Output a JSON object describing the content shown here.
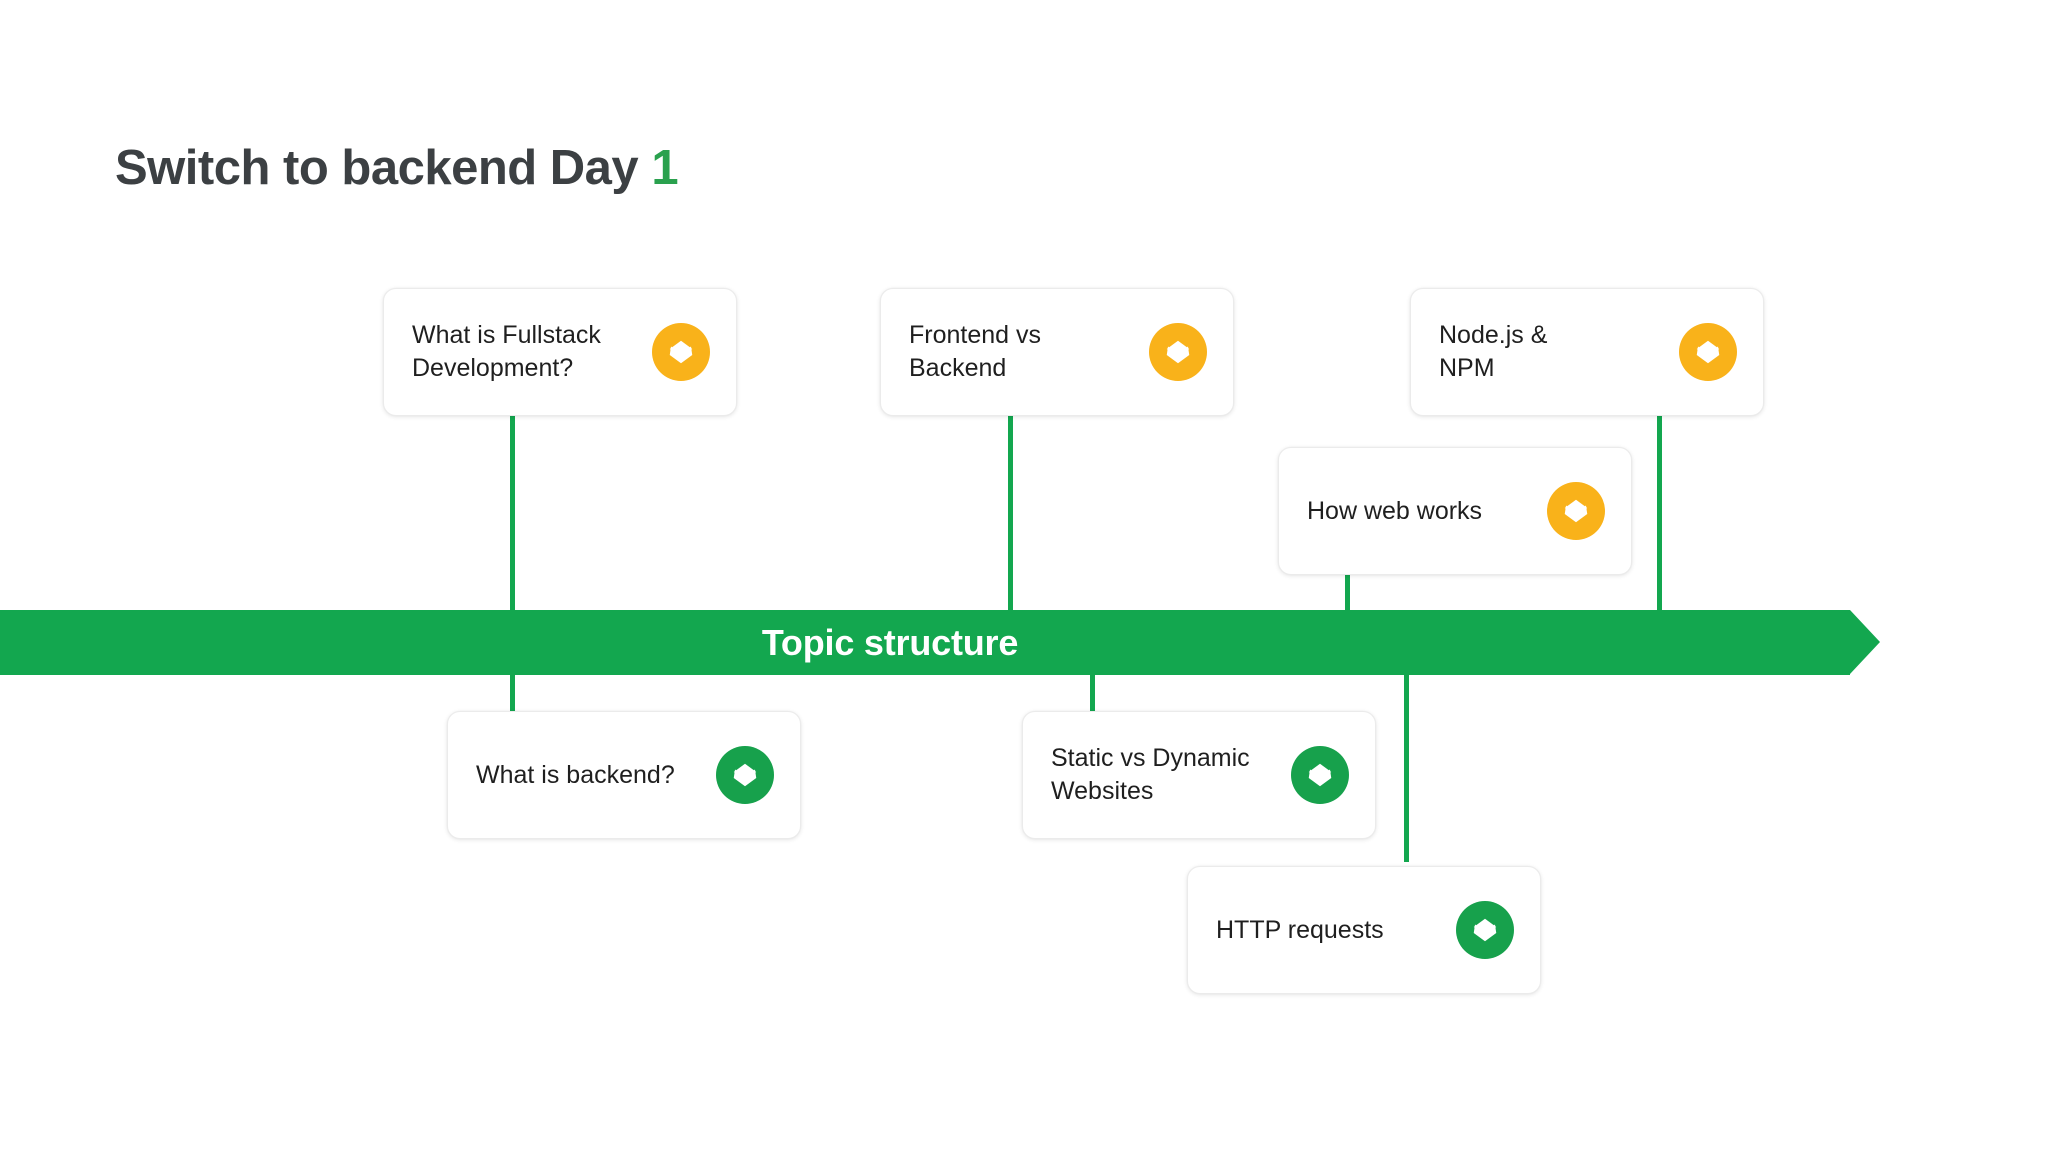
{
  "slide": {
    "title_main": "Switch to backend Day",
    "title_day_number": "1",
    "background_color": "#ffffff",
    "title_color": "#3c4043"
  },
  "timeline": {
    "label": "Topic structure",
    "bar_color": "#13a74f",
    "label_color": "#ffffff",
    "arrow_direction": "right"
  },
  "palette": {
    "green": "#13a74f",
    "amber": "#f9b21a",
    "card_text": "#1f1f1f",
    "card_border": "#ebebeb"
  },
  "cards": [
    {
      "id": "what-is-fullstack-development",
      "label": "What is Fullstack\nDevelopment?",
      "icon": "layers-icon",
      "badge_color": "amber",
      "position": "above"
    },
    {
      "id": "frontend-vs-backend",
      "label": "Frontend vs\nBackend",
      "icon": "layers-icon",
      "badge_color": "amber",
      "position": "above"
    },
    {
      "id": "nodejs-and-npm",
      "label": "Node.js &\nNPM",
      "icon": "layers-icon",
      "badge_color": "amber",
      "position": "above"
    },
    {
      "id": "how-web-works",
      "label": "How web works",
      "icon": "layers-icon",
      "badge_color": "amber",
      "position": "above"
    },
    {
      "id": "what-is-backend",
      "label": "What is backend?",
      "icon": "layers-icon",
      "badge_color": "green",
      "position": "below"
    },
    {
      "id": "static-vs-dynamic-websites",
      "label": "Static vs Dynamic\nWebsites",
      "icon": "layers-icon",
      "badge_color": "green",
      "position": "below"
    },
    {
      "id": "http-requests",
      "label": "HTTP requests",
      "icon": "layers-icon",
      "badge_color": "green",
      "position": "below"
    }
  ]
}
